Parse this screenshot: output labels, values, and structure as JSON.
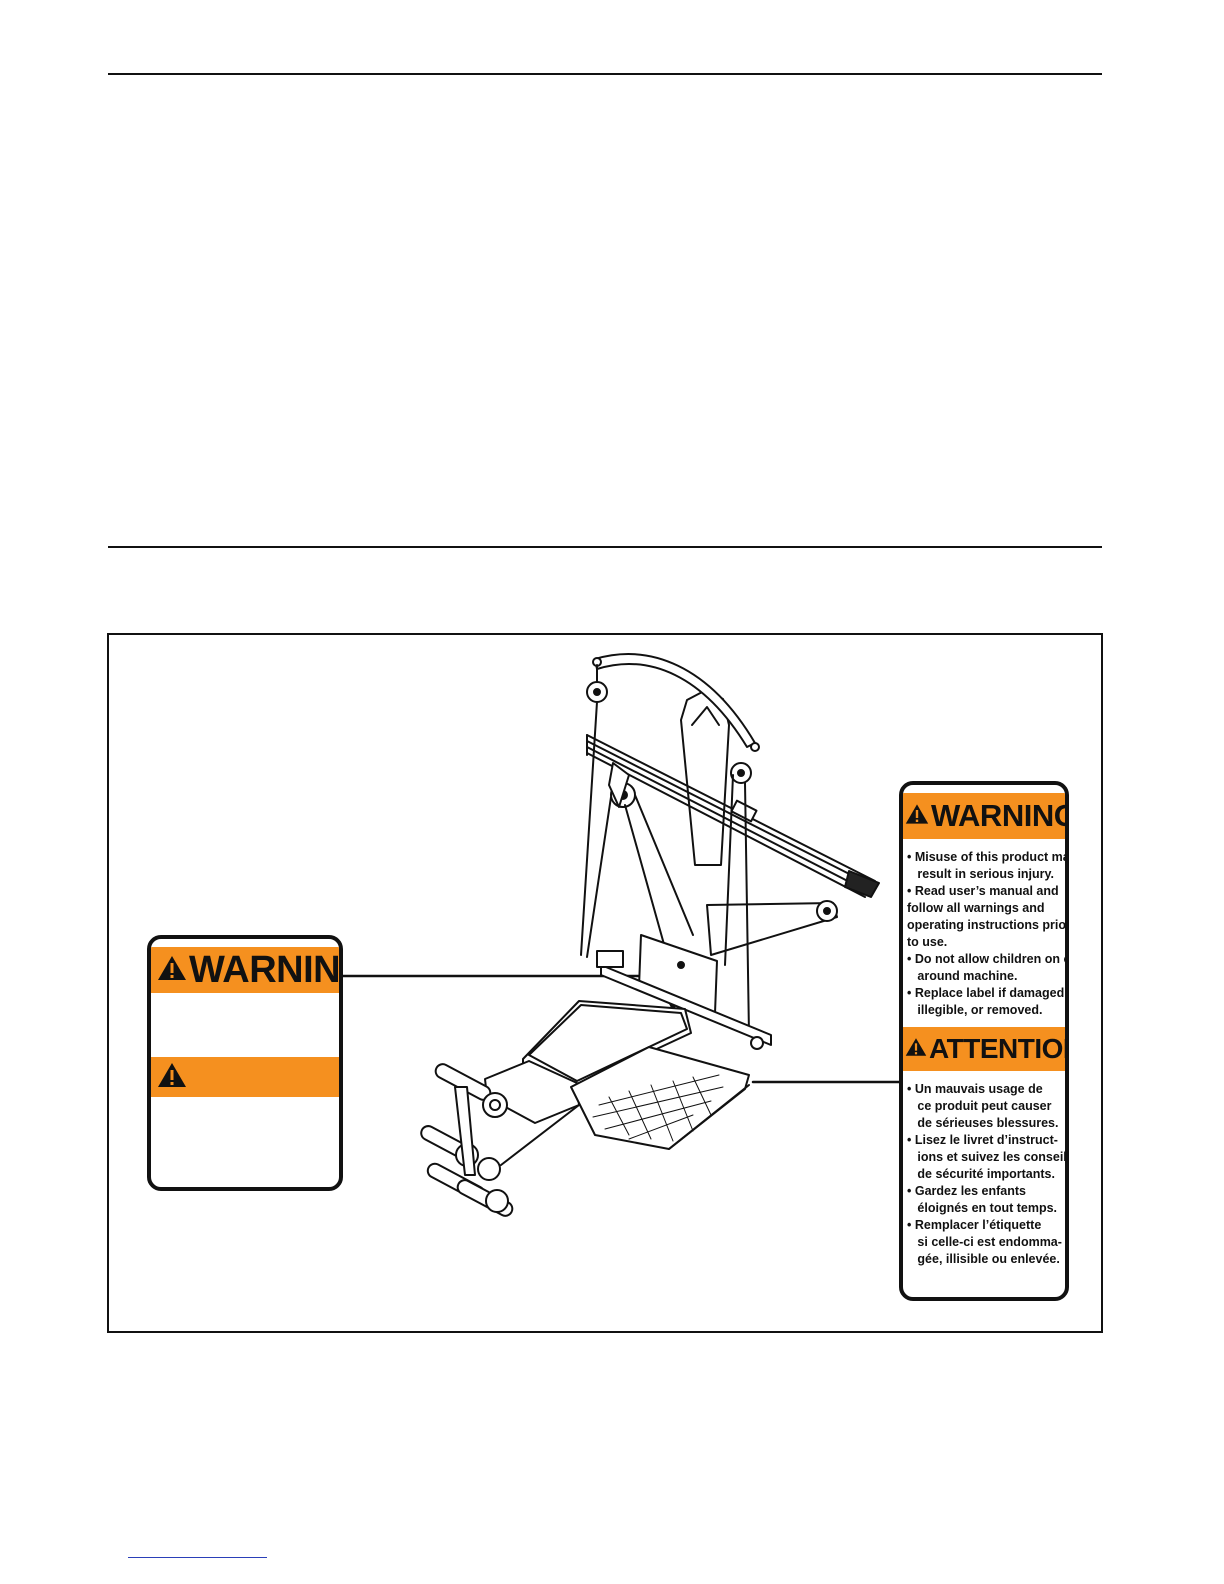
{
  "colors": {
    "warning_orange": "#f5901f",
    "ink": "#111111",
    "link_blue": "#2a3fb8"
  },
  "small_label": {
    "warning_heading": "WARNING",
    "icon": "warning-triangle-icon"
  },
  "large_label": {
    "warning_heading": "WARNING",
    "warning_lines": [
      "• Misuse of this product may",
      "   result in serious injury.",
      "• Read user’s manual and",
      "follow all warnings and",
      "operating instructions prior",
      "to use.",
      "• Do not allow children on or",
      "   around machine.",
      "• Replace label if damaged,",
      "   illegible, or removed."
    ],
    "attention_heading": "ATTENTION",
    "attention_lines": [
      "• Un mauvais usage de",
      "   ce produit peut causer",
      "   de sérieuses blessures.",
      "• Lisez le livret d’instruct-",
      "   ions et suivez les conseils",
      "   de sécurité importants.",
      "• Gardez les enfants",
      "   éloignés en tout temps.",
      "• Remplacer l’étiquette",
      "   si celle-ci est endomma-",
      "   gée, illisible ou enlevée."
    ],
    "icon": "warning-triangle-icon"
  }
}
